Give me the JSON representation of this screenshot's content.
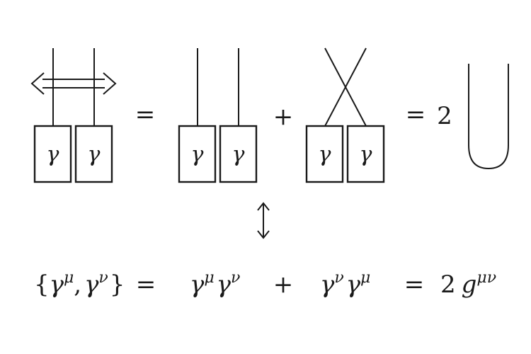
{
  "diagram": {
    "box_symbol": "γ",
    "equals": "=",
    "plus": "+",
    "coefficient": "2"
  },
  "formula": {
    "open_brace": "{",
    "gamma": "γ",
    "mu": "μ",
    "nu": "ν",
    "comma": ",",
    "close_brace": "}",
    "equals": "=",
    "plus": "+",
    "coefficient": "2",
    "metric": "g",
    "metric_indices": "μν"
  },
  "arrow_between_rows": "↕"
}
